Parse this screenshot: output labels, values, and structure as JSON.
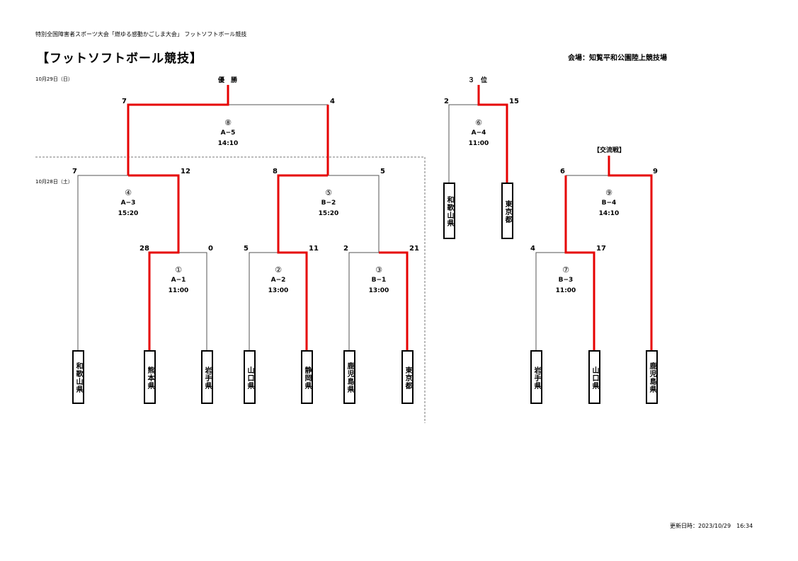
{
  "header": {
    "caption": "特別全国障害者スポーツ大会「燃ゆる感動かごしま大会」 フットソフトボール競技",
    "title": "【フットソフトボール競技】",
    "venue": "会場：知覧平和公園陸上競技場"
  },
  "dates": {
    "day2": "10月29日（日）",
    "day1": "10月28日（土）"
  },
  "labels": {
    "champion": "優　勝",
    "third": "３　位",
    "exchange": "【交流戦】"
  },
  "teams": {
    "wakayama1": "和歌山県",
    "kumamoto": "熊本県",
    "iwate1": "岩手県",
    "yamaguchi1": "山口県",
    "shizuoka": "静岡県",
    "kagoshima1": "鹿児島県",
    "tokyo1": "東京都",
    "wakayama2": "和歌山県",
    "tokyo2": "東京都",
    "iwate2": "岩手県",
    "yamaguchi2": "山口県",
    "kagoshima2": "鹿児島県"
  },
  "matches": {
    "m1": {
      "num": "①",
      "code": "A−1",
      "time": "11:00"
    },
    "m2": {
      "num": "②",
      "code": "A−2",
      "time": "13:00"
    },
    "m3": {
      "num": "③",
      "code": "B−1",
      "time": "13:00"
    },
    "m4": {
      "num": "④",
      "code": "A−3",
      "time": "15:20"
    },
    "m5": {
      "num": "⑤",
      "code": "B−2",
      "time": "15:20"
    },
    "m6": {
      "num": "⑥",
      "code": "A−4",
      "time": "11:00"
    },
    "m7": {
      "num": "⑦",
      "code": "B−3",
      "time": "11:00"
    },
    "m8": {
      "num": "⑧",
      "code": "A−5",
      "time": "14:10"
    },
    "m9": {
      "num": "⑨",
      "code": "B−4",
      "time": "14:10"
    }
  },
  "scores": {
    "m1_left": "28",
    "m1_right": "0",
    "m2_left": "5",
    "m2_right": "11",
    "m3_left": "2",
    "m3_right": "21",
    "m4_left": "7",
    "m4_right": "12",
    "m5_left": "8",
    "m5_right": "5",
    "m6_left": "2",
    "m6_right": "15",
    "m7_left": "4",
    "m7_right": "17",
    "m8_left": "7",
    "m8_right": "4",
    "m9_left": "6",
    "m9_right": "9"
  },
  "footer": {
    "updated": "更新日時：2023/10/29　16:34"
  },
  "colors": {
    "winner_line": "#e60000",
    "line": "#555555"
  }
}
